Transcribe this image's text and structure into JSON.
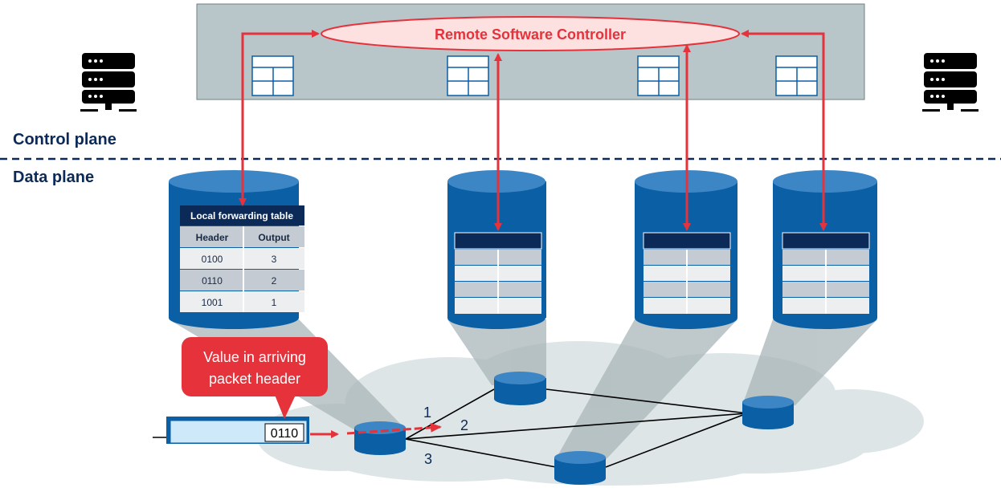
{
  "controller": {
    "label": "Remote Software Controller"
  },
  "planes": {
    "control": "Control plane",
    "data": "Data plane"
  },
  "forwarding_table": {
    "title": "Local forwarding table",
    "headers": [
      "Header",
      "Output"
    ],
    "rows": [
      [
        "0100",
        "3"
      ],
      [
        "0110",
        "2"
      ],
      [
        "1001",
        "1"
      ]
    ]
  },
  "callout": {
    "line1": "Value in arriving",
    "line2": "packet header"
  },
  "packet": {
    "value": "0110"
  },
  "ports": [
    "1",
    "2",
    "3"
  ],
  "colors": {
    "arrow": "#e5323b",
    "switch_blue": "#0b5fa5",
    "table_header": "#0b2a57",
    "controller_fill": "#fde0e0",
    "controller_stroke": "#e5323b",
    "control_box": "#b8c6c9",
    "cloud": "#dde5e7"
  },
  "icons": [
    "server-icon",
    "table-icon",
    "switch-icon",
    "cloud-icon"
  ]
}
